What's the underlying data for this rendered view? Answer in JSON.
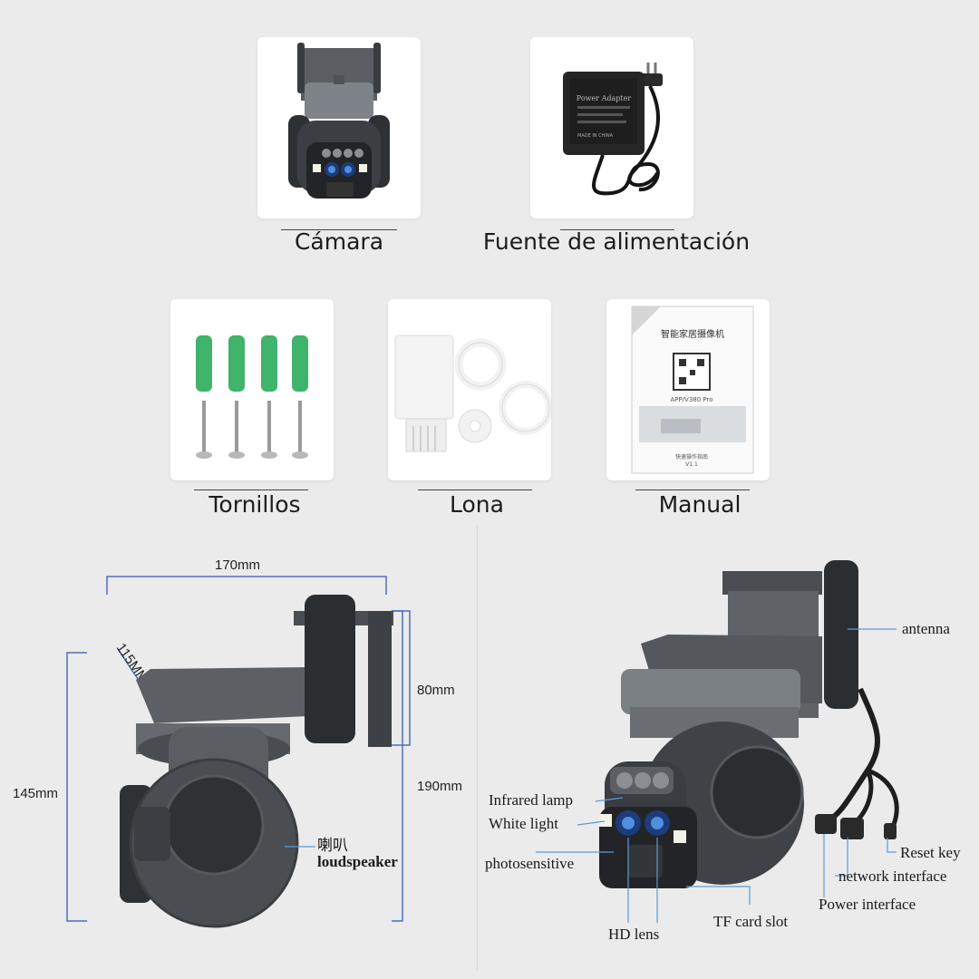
{
  "accessories": {
    "camera": {
      "label": "Cámara"
    },
    "power": {
      "label": "Fuente de alimentación",
      "adapter_title": "Power Adapter",
      "adapter_madein": "MADE IN CHINA"
    },
    "screws": {
      "label": "Tornillos"
    },
    "lona": {
      "label": "Lona"
    },
    "manual": {
      "label": "Manual",
      "cover_title": "智能家居摄像机",
      "cover_app": "APP/V380 Pro",
      "cover_sub": "快速操作指南",
      "cover_version": "V1.1"
    }
  },
  "dimensions": {
    "width": "170mm",
    "depth": "115MM",
    "arm_height": "80mm",
    "total_height": "190mm",
    "body_height": "145mm",
    "speaker_cn": "喇叭",
    "speaker_en": "loudspeaker"
  },
  "features": {
    "antenna": "antenna",
    "infrared_lamp": "Infrared lamp",
    "white_light": "White light",
    "photosensitive": "photosensitive",
    "hd_lens": "HD lens",
    "tf_card_slot": "TF card slot",
    "reset_key": "Reset key",
    "network_interface": "network interface",
    "power_interface": "Power interface"
  },
  "colors": {
    "background": "#ebebeb",
    "dimension_line": "#4a6fc0",
    "leader_line": "#5a9bd5",
    "wall_plug": "#3fb46a"
  }
}
